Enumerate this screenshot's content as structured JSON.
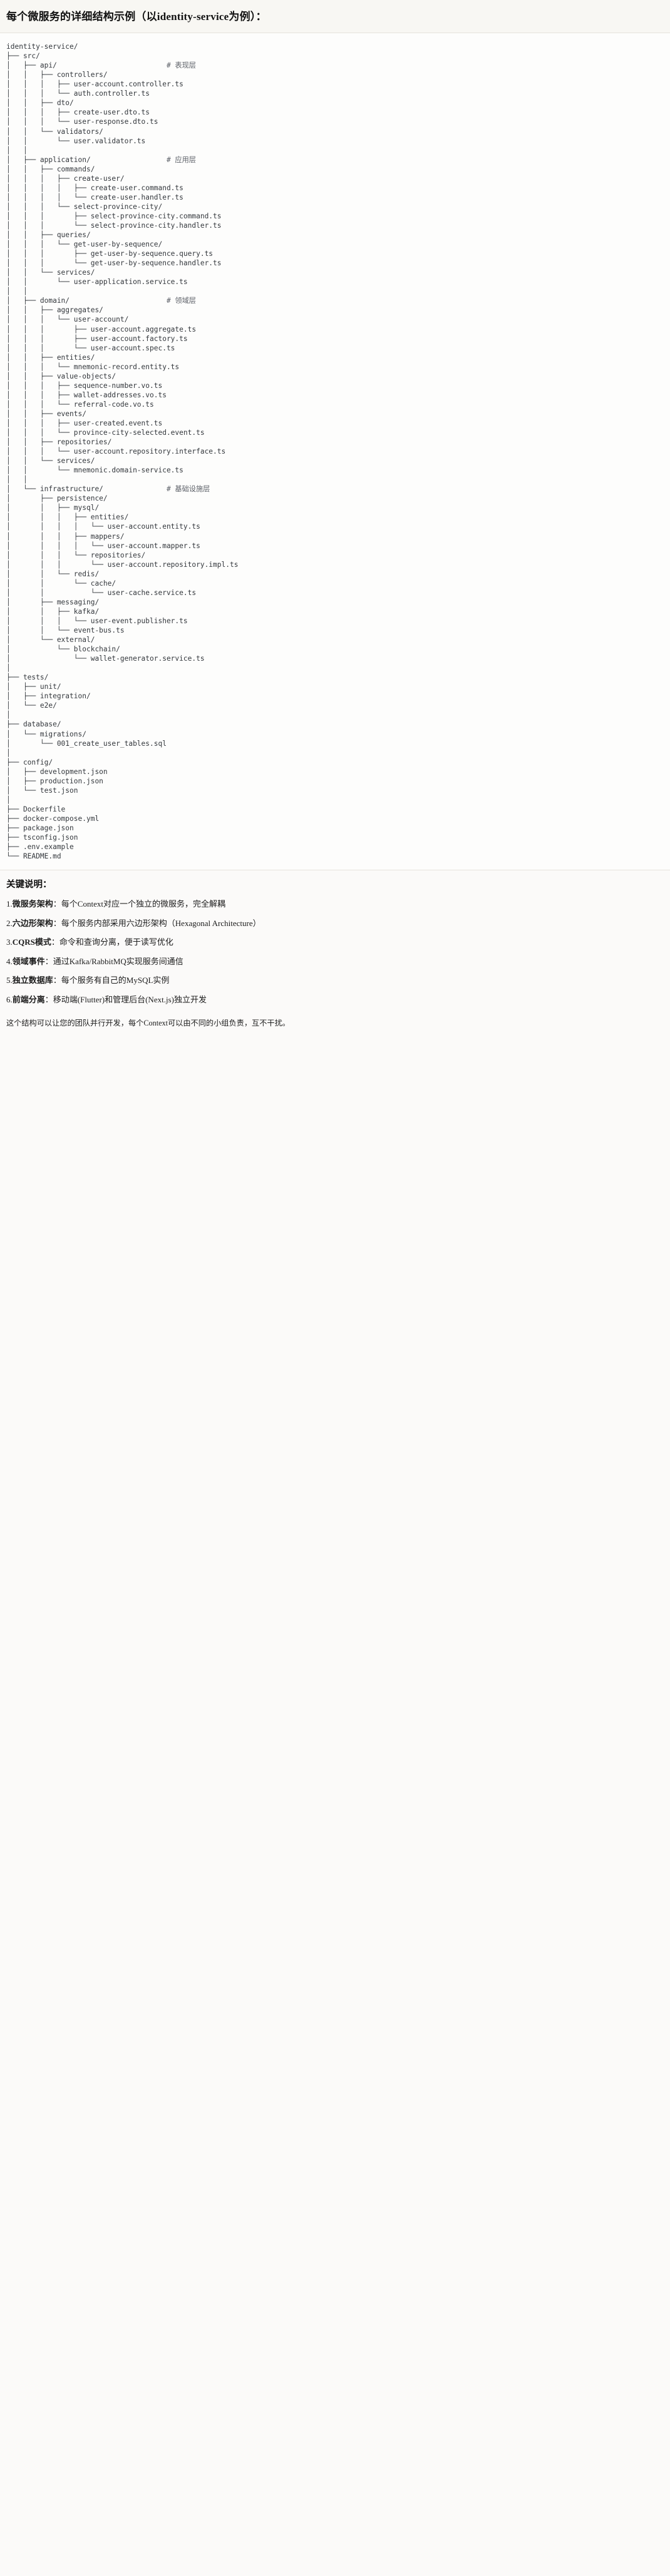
{
  "heading": {
    "title": "每个微服务的详细结构示例（以identity-service为例）："
  },
  "tree": {
    "root": "identity-service/",
    "text": "identity-service/\n├── src/\n│   ├── api/                          # 表现层\n│   │   ├── controllers/\n│   │   │   ├── user-account.controller.ts\n│   │   │   └── auth.controller.ts\n│   │   ├── dto/\n│   │   │   ├── create-user.dto.ts\n│   │   │   └── user-response.dto.ts\n│   │   └── validators/\n│   │       └── user.validator.ts\n│   │\n│   ├── application/                  # 应用层\n│   │   ├── commands/\n│   │   │   ├── create-user/\n│   │   │   │   ├── create-user.command.ts\n│   │   │   │   └── create-user.handler.ts\n│   │   │   └── select-province-city/\n│   │   │       ├── select-province-city.command.ts\n│   │   │       └── select-province-city.handler.ts\n│   │   ├── queries/\n│   │   │   └── get-user-by-sequence/\n│   │   │       ├── get-user-by-sequence.query.ts\n│   │   │       └── get-user-by-sequence.handler.ts\n│   │   └── services/\n│   │       └── user-application.service.ts\n│   │\n│   ├── domain/                       # 领域层\n│   │   ├── aggregates/\n│   │   │   └── user-account/\n│   │   │       ├── user-account.aggregate.ts\n│   │   │       ├── user-account.factory.ts\n│   │   │       └── user-account.spec.ts\n│   │   ├── entities/\n│   │   │   └── mnemonic-record.entity.ts\n│   │   ├── value-objects/\n│   │   │   ├── sequence-number.vo.ts\n│   │   │   ├── wallet-addresses.vo.ts\n│   │   │   └── referral-code.vo.ts\n│   │   ├── events/\n│   │   │   ├── user-created.event.ts\n│   │   │   └── province-city-selected.event.ts\n│   │   ├── repositories/\n│   │   │   └── user-account.repository.interface.ts\n│   │   └── services/\n│   │       └── mnemonic.domain-service.ts\n│   │\n│   └── infrastructure/               # 基础设施层\n│       ├── persistence/\n│       │   ├── mysql/\n│       │   │   ├── entities/\n│       │   │   │   └── user-account.entity.ts\n│       │   │   ├── mappers/\n│       │   │   │   └── user-account.mapper.ts\n│       │   │   └── repositories/\n│       │   │       └── user-account.repository.impl.ts\n│       │   └── redis/\n│       │       └── cache/\n│       │           └── user-cache.service.ts\n│       ├── messaging/\n│       │   ├── kafka/\n│       │   │   └── user-event.publisher.ts\n│       │   └── event-bus.ts\n│       └── external/\n│           └── blockchain/\n│               └── wallet-generator.service.ts\n│\n├── tests/\n│   ├── unit/\n│   ├── integration/\n│   └── e2e/\n│\n├── database/\n│   └── migrations/\n│       └── 001_create_user_tables.sql\n│\n├── config/\n│   ├── development.json\n│   ├── production.json\n│   └── test.json\n│\n├── Dockerfile\n├── docker-compose.yml\n├── package.json\n├── tsconfig.json\n├── .env.example\n└── README.md",
    "comments": [
      "# 表现层",
      "# 应用层",
      "# 领域层",
      "# 基础设施层"
    ]
  },
  "keypoints": {
    "title": "关键说明：",
    "items": [
      {
        "num": "1.",
        "term": "微服务架构",
        "sep": "：",
        "desc": "每个Context对应一个独立的微服务，完全解耦"
      },
      {
        "num": "2.",
        "term": "六边形架构",
        "sep": "：",
        "desc": "每个服务内部采用六边形架构（Hexagonal Architecture）"
      },
      {
        "num": "3.",
        "term": "CQRS模式",
        "sep": "：",
        "desc": "命令和查询分离，便于读写优化"
      },
      {
        "num": "4.",
        "term": "领域事件",
        "sep": "：",
        "desc": "通过Kafka/RabbitMQ实现服务间通信"
      },
      {
        "num": "5.",
        "term": "独立数据库",
        "sep": "：",
        "desc": "每个服务有自己的MySQL实例"
      },
      {
        "num": "6.",
        "term": "前端分离",
        "sep": "：",
        "desc": "移动端(Flutter)和管理后台(Next.js)独立开发"
      }
    ]
  },
  "closing": {
    "text": "这个结构可以让您的团队并行开发，每个Context可以由不同的小组负责，互不干扰。"
  },
  "colors": {
    "page_bg": "#fbfaf9",
    "heading_bg": "#f8f7f3",
    "code_bg": "#fdfdfc",
    "divider": "#e6e3dc",
    "text": "#1c1c1c",
    "code_text": "#33373c",
    "comment_text": "#5d6168"
  }
}
